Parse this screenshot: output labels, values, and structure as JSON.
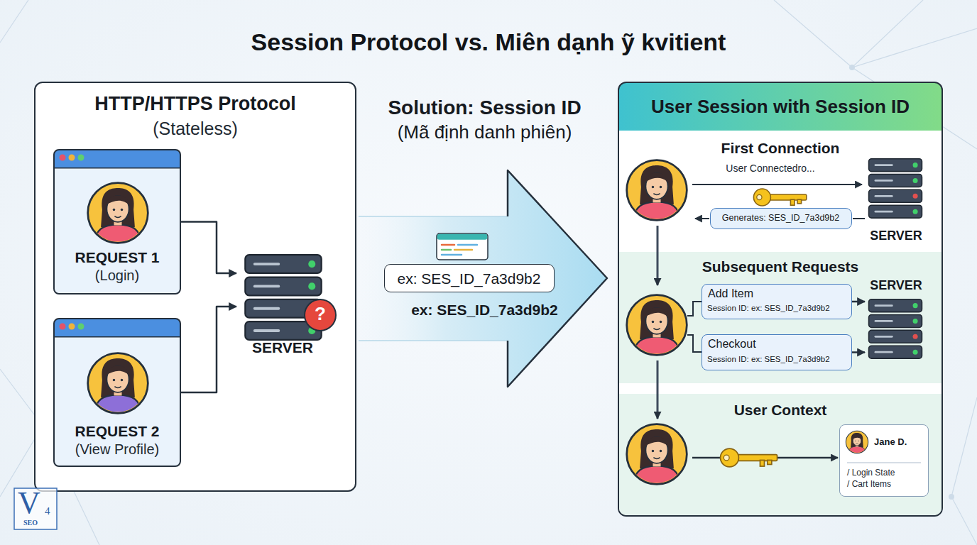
{
  "diagram": {
    "title": "Session Protocol vs. Miên dạnh ỹ kvitient",
    "nodes": [
      {
        "text": [
          "HTTP/HTTPS Protocol",
          "(Stateless)"
        ]
      },
      {
        "text": [
          "REQUEST 1",
          "(Login)"
        ],
        "in": 0
      },
      {
        "text": [
          "REQUEST 2",
          "(View Profile)"
        ],
        "in": 0
      },
      {
        "text": [
          "SERVER"
        ],
        "in": 0
      },
      {
        "text": [
          "Solution: Session ID",
          "(Mã định danh phiên)",
          "ex: SES_ID_7a3d9b2"
        ]
      },
      {
        "text": [
          "ex: SES_ID_7a3d9b2"
        ],
        "in": 4
      },
      {
        "text": [
          "User Session with Session ID"
        ]
      },
      {
        "text": [
          "First Connection"
        ],
        "in": 6
      },
      {
        "text": [
          "SERVER"
        ],
        "in": 7
      },
      {
        "text": [
          "Generates: SES_ID_7a3d9b2"
        ],
        "in": 7
      },
      {
        "text": [
          "Subsequent Requests"
        ],
        "in": 6
      },
      {
        "text": [
          "Add Item",
          "Session ID: ex: SES_ID_7a3d9b2"
        ],
        "in": 10
      },
      {
        "text": [
          "SERVER"
        ],
        "in": 10
      },
      {
        "text": [
          "Checkout",
          "Session ID: ex: SES_ID_7a3d9b2"
        ],
        "in": 10
      },
      {
        "text": [
          "User Context"
        ],
        "in": 6
      },
      {
        "text": [
          "Jane D.",
          "/ Login State",
          "/ Cart Items"
        ],
        "in": 14
      }
    ],
    "edges": [
      {
        "from": 1,
        "to": 3,
        "arrow": "to"
      },
      {
        "from": 2,
        "to": 3,
        "arrow": "to"
      },
      {
        "from": 11,
        "to": 12,
        "arrow": "to"
      },
      {
        "from": 13,
        "to": 12,
        "arrow": "to"
      }
    ],
    "labels": [
      "User Connectedro...",
      "?",
      "V",
      "4",
      "SEO"
    ]
  }
}
